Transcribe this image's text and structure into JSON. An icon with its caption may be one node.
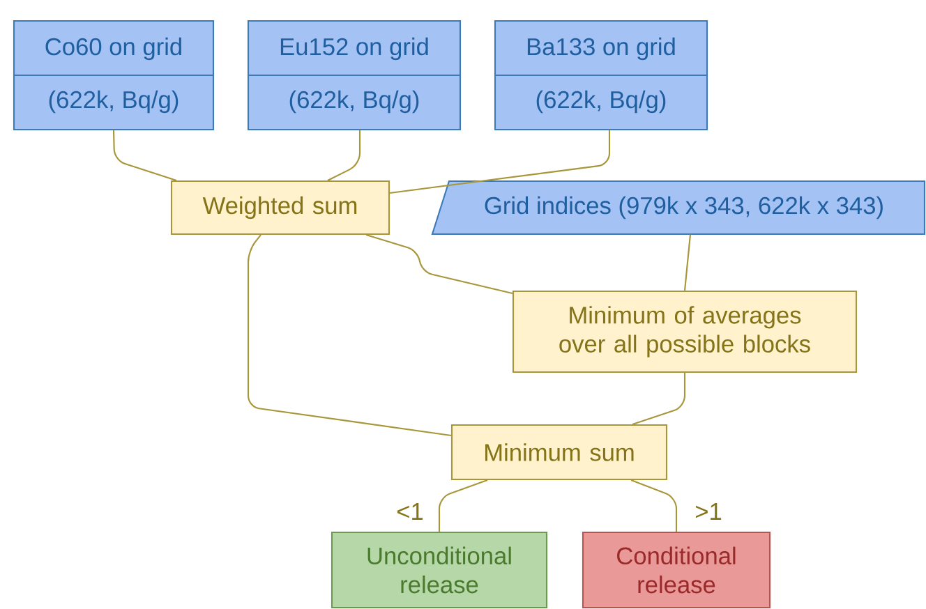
{
  "diagram": {
    "nodes": [
      {
        "text": [
          "Co60 on grid",
          "(622k, Bq/g)"
        ]
      },
      {
        "text": [
          "Eu152 on grid",
          "(622k, Bq/g)"
        ]
      },
      {
        "text": [
          "Ba133 on grid",
          "(622k, Bq/g)"
        ]
      },
      {
        "text": [
          "Weighted sum"
        ]
      },
      {
        "text": [
          "Grid indices (979k x 343, 622k x 343)"
        ]
      },
      {
        "text": [
          "Minimum of averages over all possible blocks"
        ]
      },
      {
        "text": [
          "Minimum sum"
        ]
      },
      {
        "text": [
          "Unconditional release"
        ]
      },
      {
        "text": [
          "Conditional release"
        ]
      }
    ],
    "edges": [
      {
        "from": 0,
        "to": 3,
        "arrow": "none"
      },
      {
        "from": 1,
        "to": 3,
        "arrow": "none"
      },
      {
        "from": 2,
        "to": 3,
        "arrow": "none"
      },
      {
        "from": 3,
        "to": 5,
        "arrow": "none"
      },
      {
        "from": 4,
        "to": 5,
        "arrow": "none"
      },
      {
        "from": 3,
        "to": 6,
        "arrow": "none"
      },
      {
        "from": 5,
        "to": 6,
        "arrow": "none"
      },
      {
        "from": 6,
        "to": 7,
        "arrow": "none",
        "label": "<1"
      },
      {
        "from": 6,
        "to": 8,
        "arrow": "none",
        "label": ">1"
      }
    ]
  }
}
